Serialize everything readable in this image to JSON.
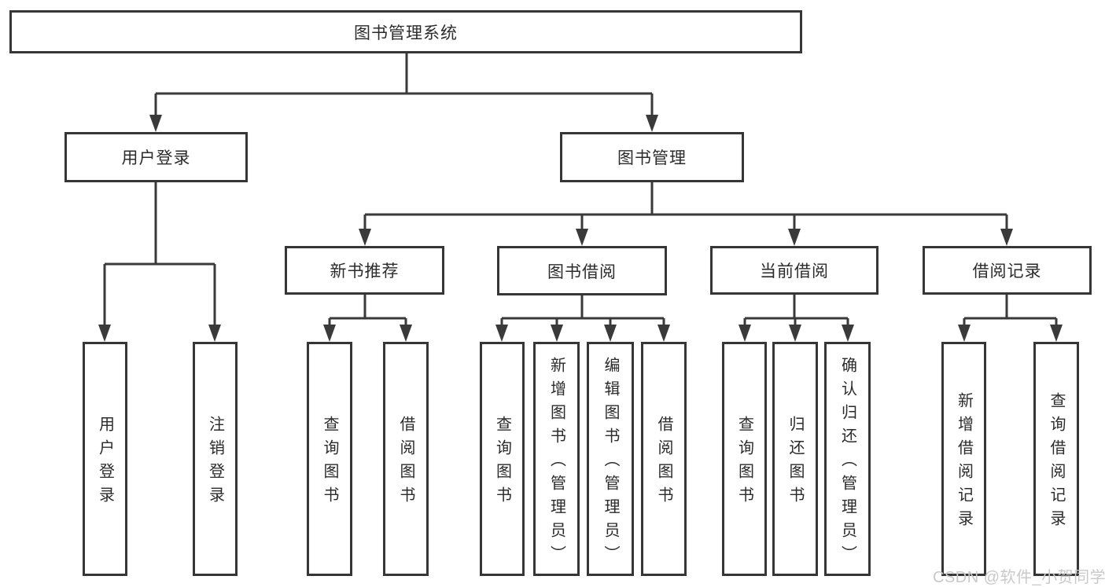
{
  "watermark": "CSDN @软件_小贺同学",
  "colors": {
    "line": "#3a3a3a",
    "box_border": "#363636",
    "text": "#2b2b2b",
    "watermark": "#c9c9c9",
    "background": "#ffffff"
  },
  "diagram": {
    "root": {
      "label": "图书管理系统"
    },
    "user_login": {
      "label": "用户登录",
      "children": [
        {
          "label": "用户登录"
        },
        {
          "label": "注销登录"
        }
      ]
    },
    "book_management": {
      "label": "图书管理",
      "children": [
        {
          "label": "新书推荐",
          "children": [
            {
              "label": "查询图书"
            },
            {
              "label": "借阅图书"
            }
          ]
        },
        {
          "label": "图书借阅",
          "children": [
            {
              "label": "查询图书"
            },
            {
              "label": "新增图书（管理员）"
            },
            {
              "label": "编辑图书（管理员）"
            },
            {
              "label": "借阅图书"
            }
          ]
        },
        {
          "label": "当前借阅",
          "children": [
            {
              "label": "查询图书"
            },
            {
              "label": "归还图书"
            },
            {
              "label": "确认归还（管理员）"
            }
          ]
        },
        {
          "label": "借阅记录",
          "children": [
            {
              "label": "新增借阅记录"
            },
            {
              "label": "查询借阅记录"
            }
          ]
        }
      ]
    }
  }
}
